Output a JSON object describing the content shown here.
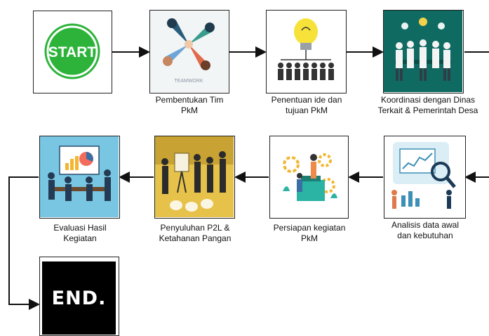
{
  "start": {
    "text": "START",
    "color": "#2db33a"
  },
  "end": {
    "text": "END."
  },
  "steps": [
    {
      "line1": "Pembentukan Tim",
      "line2": "PkM",
      "icon": "teamwork-hands-icon",
      "caption": "TEAMWORK"
    },
    {
      "line1": "Penentuan ide dan",
      "line2": "tujuan PkM",
      "icon": "lightbulb-idea-icon"
    },
    {
      "line1": "Koordinasi dengan Dinas",
      "line2": "Terkait & Pemerintah Desa",
      "icon": "meeting-people-icon"
    },
    {
      "line1": "Analisis data awal",
      "line2": "dan kebutuhan",
      "icon": "data-analysis-icon"
    },
    {
      "line1": "Persiapan kegiatan",
      "line2": "PkM",
      "icon": "preparation-gears-icon"
    },
    {
      "line1": "Penyuluhan P2L &",
      "line2": "Ketahanan Pangan",
      "icon": "presentation-icon"
    },
    {
      "line1": "Evaluasi Hasil",
      "line2": "Kegiatan",
      "icon": "evaluation-meeting-icon"
    }
  ]
}
